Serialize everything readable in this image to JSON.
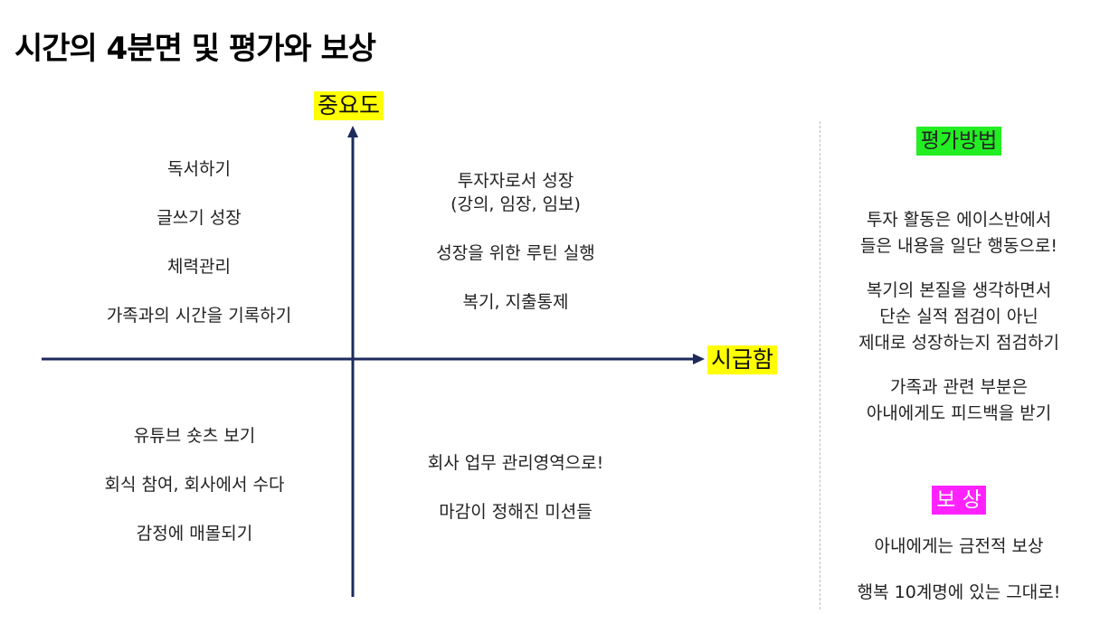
{
  "title": "시간의 4분면 및 평가와 보상",
  "axes": {
    "vertical_label": "중요도",
    "horizontal_label": "시급함"
  },
  "quadrants": {
    "top_left": [
      "독서하기",
      "글쓰기 성장",
      "체력관리",
      "가족과의 시간을 기록하기"
    ],
    "top_right": [
      "투자자로서 성장\n(강의, 임장, 임보)",
      "성장을 위한 루틴 실행",
      "복기, 지출통제"
    ],
    "bottom_left": [
      "유튜브 숏츠 보기",
      "회식 참여, 회사에서 수다",
      "감정에 매몰되기"
    ],
    "bottom_right": [
      "회사 업무 관리영역으로!",
      "마감이 정해진 미션들"
    ]
  },
  "evaluation": {
    "heading": "평가방법",
    "paragraphs": [
      "투자 활동은 에이스반에서\n들은 내용을 일단 행동으로!",
      "복기의 본질을 생각하면서\n단순 실적 점검이 아닌\n제대로 성장하는지 점검하기",
      "가족과 관련 부분은\n아내에게도 피드백을 받기"
    ]
  },
  "reward": {
    "heading": "보 상",
    "paragraphs": [
      "아내에게는 금전적 보상",
      "행복 10계명에 있는 그대로!"
    ]
  },
  "colors": {
    "axis": "#1c2a5c",
    "highlight_yellow": "#ffff00",
    "highlight_green": "#22ee22",
    "highlight_magenta": "#ff22ff"
  }
}
